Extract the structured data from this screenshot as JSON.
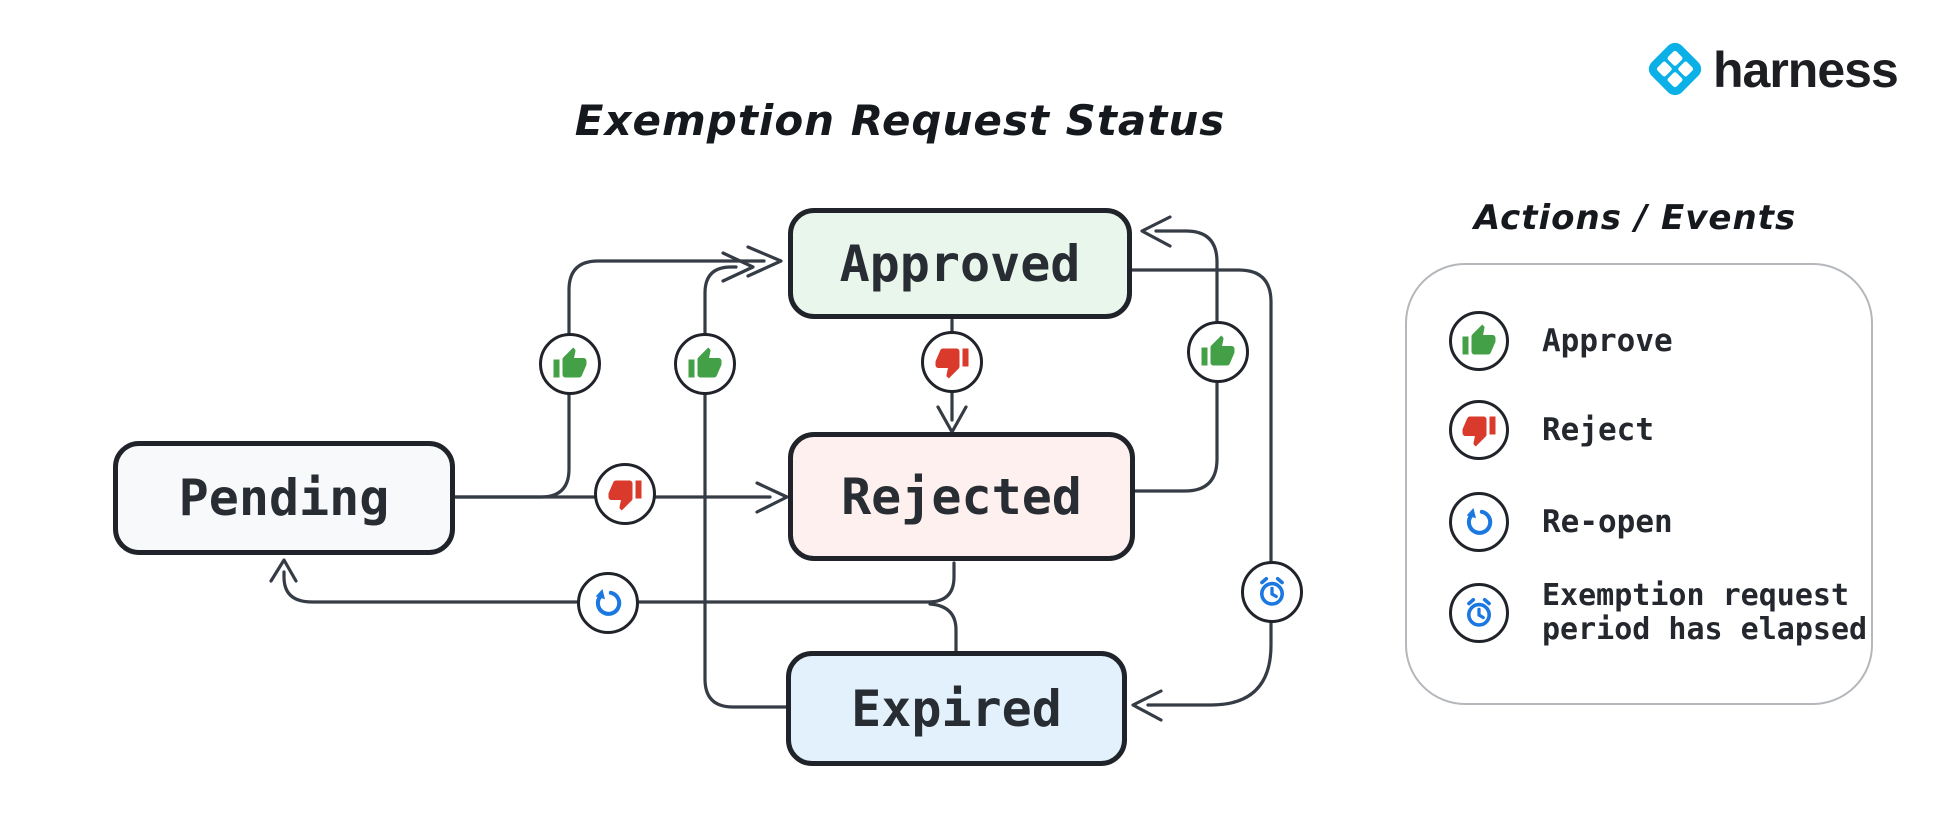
{
  "title": "Exemption Request Status",
  "brand": {
    "name": "harness",
    "logo_color": "#0bb0e6",
    "text_color": "#1d1e22"
  },
  "states": {
    "pending": {
      "label": "Pending",
      "fill": "#f7f9fa"
    },
    "approved": {
      "label": "Approved",
      "fill": "#e9f6eb"
    },
    "rejected": {
      "label": "Rejected",
      "fill": "#fdf0ee"
    },
    "expired": {
      "label": "Expired",
      "fill": "#e2f1fb"
    }
  },
  "legend": {
    "title": "Actions / Events",
    "items": [
      {
        "icon": "thumb-up-icon",
        "label": "Approve",
        "color": "#43a047"
      },
      {
        "icon": "thumb-down-icon",
        "label": "Reject",
        "color": "#d93a2b"
      },
      {
        "icon": "reopen-icon",
        "label": "Re-open",
        "color": "#1a78e0"
      },
      {
        "icon": "alarm-clock-icon",
        "label": "Exemption request period has elapsed",
        "color": "#1a78e0"
      }
    ]
  },
  "transitions": [
    {
      "from": "Pending",
      "to": "Approved",
      "action": "Approve"
    },
    {
      "from": "Pending",
      "to": "Rejected",
      "action": "Reject"
    },
    {
      "from": "Approved",
      "to": "Rejected",
      "action": "Reject"
    },
    {
      "from": "Rejected",
      "to": "Approved",
      "action": "Approve"
    },
    {
      "from": "Expired",
      "to": "Approved",
      "action": "Approve"
    },
    {
      "from": "Approved",
      "to": "Expired",
      "action": "Exemption request period has elapsed"
    },
    {
      "from": "Rejected",
      "to": "Pending",
      "action": "Re-open"
    },
    {
      "from": "Expired",
      "to": "Pending",
      "action": "Re-open"
    }
  ],
  "colors": {
    "box_border": "#20242a",
    "edge_line": "#363c45",
    "legend_border": "#b4b7bb"
  }
}
